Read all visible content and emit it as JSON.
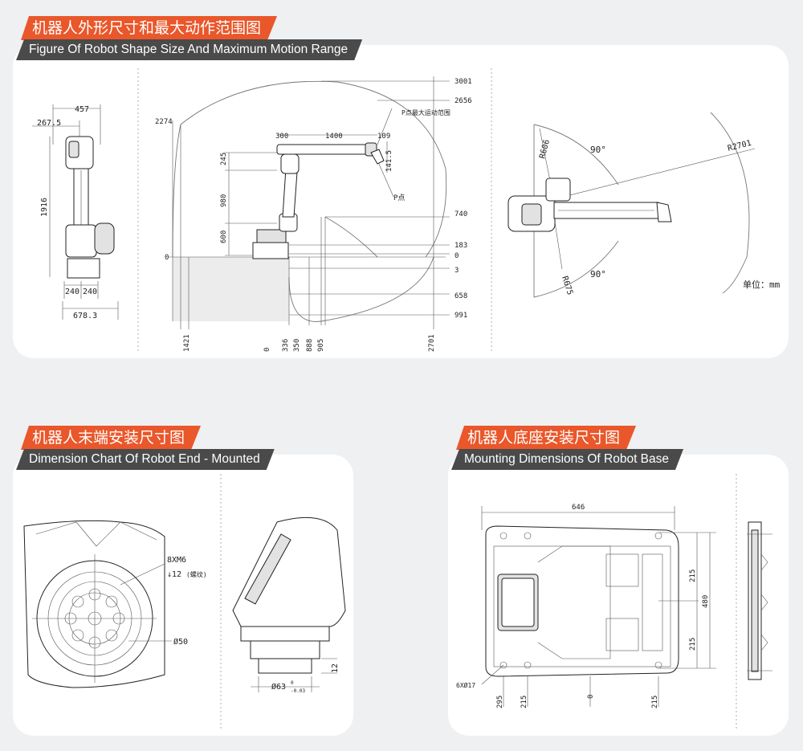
{
  "sections": {
    "top": {
      "title_cn": "机器人外形尺寸和最大动作范围图",
      "title_en": "Figure Of Robot Shape Size And Maximum Motion Range"
    },
    "end": {
      "title_cn": "机器人末端安装尺寸图",
      "title_en": "Dimension Chart Of Robot End - Mounted"
    },
    "base": {
      "title_cn": "机器人底座安装尺寸图",
      "title_en": "Mounting Dimensions Of Robot Base"
    }
  },
  "side_view": {
    "d457": "457",
    "d267": "267.5",
    "d1916": "1916",
    "d240a": "240",
    "d240b": "240",
    "d678": "678.3"
  },
  "range_view": {
    "d2274": "2274",
    "d0": "0",
    "d300": "300",
    "d1400": "1400",
    "d109": "109",
    "d245": "245",
    "d980": "980",
    "d600": "600",
    "d141": "141.5",
    "p_point": "P点最大运动范围",
    "p_label": "P点",
    "right_labels": [
      "3001",
      "2656",
      "740",
      "183",
      "0",
      "3",
      "658",
      "991"
    ],
    "bottom_labels": [
      "1421",
      "0",
      "336",
      "350",
      "888",
      "905",
      "2701"
    ]
  },
  "top_view": {
    "r606": "R606",
    "r2701": "R2701",
    "r675": "R675",
    "a90a": "90°",
    "a90b": "90°",
    "unit": "单位：mm"
  },
  "end_view": {
    "bolt": "8XM6",
    "depth": "↓12",
    "thread": "(螺纹)",
    "dia": "Ø50",
    "flange": "Ø63",
    "tol_up": "0",
    "tol_dn": "-0.03",
    "d12": "12"
  },
  "base_view": {
    "w646": "646",
    "h480": "480",
    "h215a": "215",
    "h215b": "215",
    "holes": "6XØ17",
    "b295": "295",
    "b215l": "215",
    "b0": "0",
    "b215r": "215"
  }
}
